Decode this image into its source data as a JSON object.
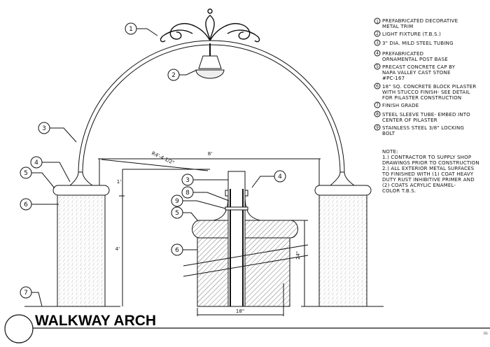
{
  "title": "WALKWAY ARCH",
  "sheet_mark": "DS",
  "legend": [
    {
      "num": "1",
      "lines": [
        "PREFABRICATED DECORATIVE",
        "METAL TRIM"
      ]
    },
    {
      "num": "2",
      "lines": [
        "LIGHT FIXTURE (T.B.S.)"
      ]
    },
    {
      "num": "3",
      "lines": [
        "3\" DIA. MILD STEEL TUBING"
      ]
    },
    {
      "num": "4",
      "lines": [
        "PREFABRICATED",
        "ORNAMENTAL POST BASE"
      ]
    },
    {
      "num": "5",
      "lines": [
        "PRECAST CONCRETE CAP BY",
        "NAPA VALLEY CAST STONE",
        "#PC-167"
      ]
    },
    {
      "num": "6",
      "lines": [
        "18\" SQ. CONCRETE BLOCK PILASTER",
        "WITH STUCCO FINISH- SEE DETAIL",
        "FOR PILASTER CONSTRUCTION"
      ]
    },
    {
      "num": "7",
      "lines": [
        "FINISH GRADE"
      ]
    },
    {
      "num": "8",
      "lines": [
        "STEEL SLEEVE TUBE- EMBED INTO",
        "CENTER OF PILASTER"
      ]
    },
    {
      "num": "9",
      "lines": [
        "STAINLESS STEEL 3/8\" LOCKING",
        "BOLT"
      ]
    }
  ],
  "notes": {
    "heading": "NOTE:",
    "lines": [
      "1.) CONTRACTOR TO SUPPLY SHOP",
      "DRAWINGS PRIOR TO CONSTRUCTION",
      "2.) ALL EXTERIOR METAL SURFACES",
      "TO FINISHED WITH (1) COAT HEAVY",
      "DUTY RUST INHIBITIVE PRIMER AND",
      "(2) COATS ACRYLIC ENAMEL-",
      "COLOR T.B.S."
    ]
  },
  "dimensions": {
    "radius": "R4'-4 1/2\"",
    "width": "8'",
    "base_height": "1'",
    "pilaster_height": "4'",
    "detail_height": "24\"",
    "detail_width": "18\""
  },
  "callouts": {
    "c1": "1",
    "c2": "2",
    "c3": "3",
    "c4": "4",
    "c5": "5",
    "c6": "6",
    "c7": "7",
    "c8": "8",
    "c9": "9"
  }
}
